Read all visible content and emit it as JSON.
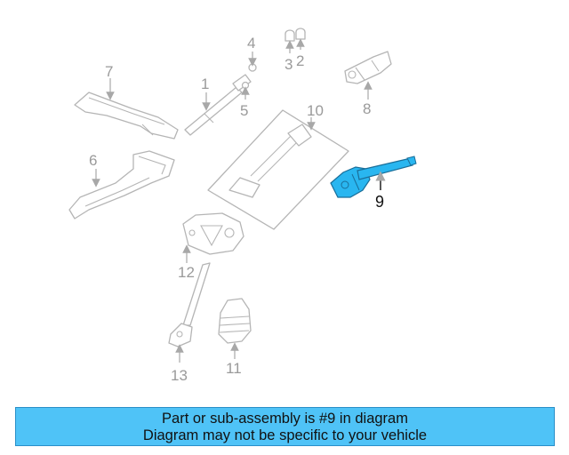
{
  "diagram": {
    "callouts": [
      "1",
      "2",
      "3",
      "4",
      "5",
      "6",
      "7",
      "8",
      "9",
      "10",
      "11",
      "12",
      "13"
    ],
    "highlighted_callout": "9",
    "highlight_color": "#29b6f0",
    "part_line_color": "#b5b5b5"
  },
  "banner": {
    "line1": "Part or sub-assembly is #9 in diagram",
    "line2": "Diagram may not be specific to your vehicle",
    "background": "#4fc3f7"
  }
}
